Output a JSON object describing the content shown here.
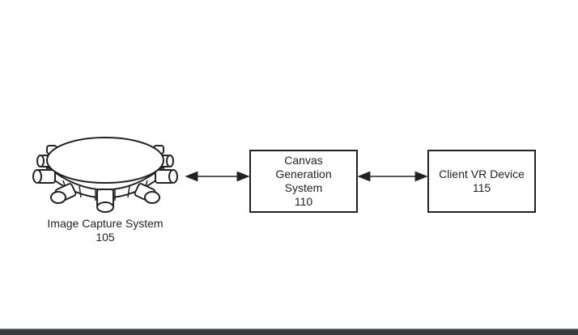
{
  "diagram": {
    "nodes": [
      {
        "id": "image-capture-system",
        "lines": [
          "Image Capture System",
          "105"
        ],
        "shape": "camera-rig"
      },
      {
        "id": "canvas-generation-system",
        "lines": [
          "Canvas",
          "Generation",
          "System",
          "110"
        ],
        "shape": "box"
      },
      {
        "id": "client-vr-device",
        "lines": [
          "Client VR Device",
          "115"
        ],
        "shape": "box"
      }
    ],
    "edges": [
      {
        "from": "image-capture-system",
        "to": "canvas-generation-system",
        "direction": "bidirectional"
      },
      {
        "from": "canvas-generation-system",
        "to": "client-vr-device",
        "direction": "bidirectional"
      }
    ]
  },
  "colors": {
    "stroke": "#222222",
    "background": "#ffffff",
    "footer": "#3a3d40"
  }
}
